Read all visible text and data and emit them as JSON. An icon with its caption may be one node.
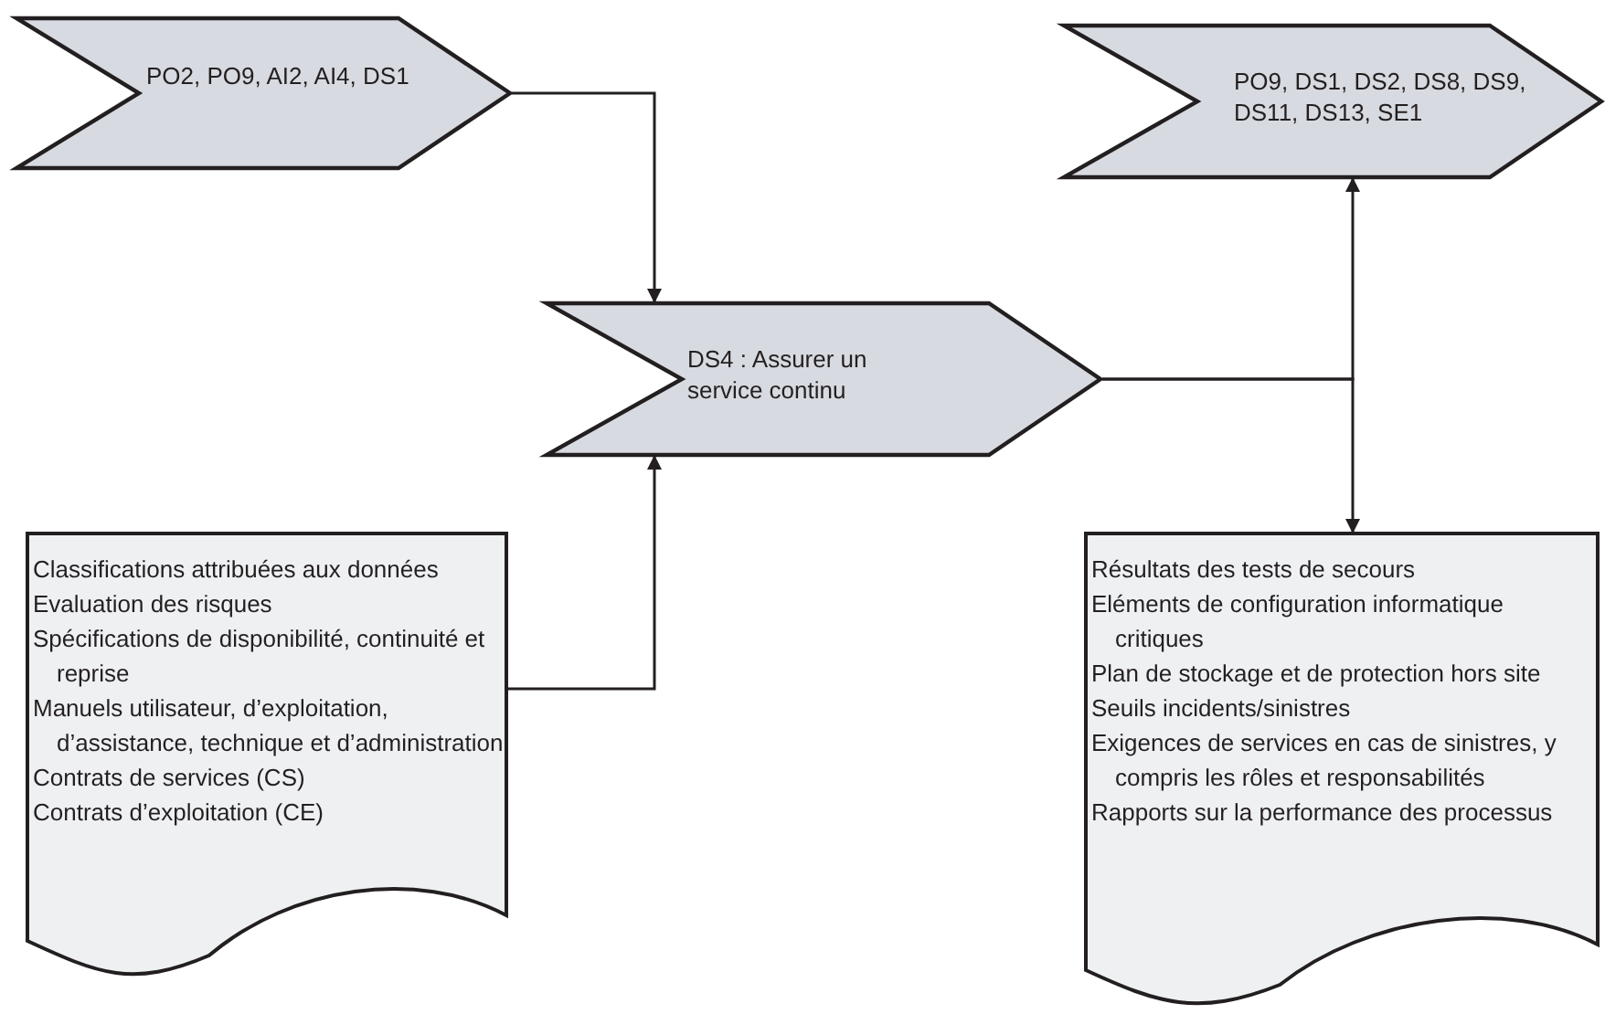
{
  "diagram": {
    "nodes": [
      {
        "text": [
          "PO2, PO9, AI2, AI4, DS1"
        ]
      },
      {
        "text": [
          "PO9, DS1, DS2, DS8, DS9, DS11, DS13, SE1"
        ]
      },
      {
        "text": [
          "DS4 : Assurer un service continu"
        ]
      },
      {
        "text": [
          "Classifications attribuées aux données",
          "Evaluation des risques",
          "Spécifications de disponibilité, continuité et reprise",
          "Manuels utilisateur, d’exploitation, d’assistance, technique et d’administration",
          "Contrats de services (CS)",
          "Contrats d’exploitation (CE)"
        ]
      },
      {
        "text": [
          "Résultats des tests de secours",
          "Eléments de configuration informatique critiques",
          "Plan de stockage et de protection hors site",
          "Seuils incidents/sinistres",
          "Exigences de services en cas de sinistres, y compris les rôles et responsabilités",
          "Rapports sur la performance des processus"
        ]
      }
    ],
    "edges": [
      {
        "from": 0,
        "to": 2,
        "arrow": "to"
      },
      {
        "from": 3,
        "to": 2,
        "arrow": "to"
      },
      {
        "from": 2,
        "to": 1,
        "arrow": "to"
      },
      {
        "from": 2,
        "to": 4,
        "arrow": "to"
      }
    ]
  }
}
